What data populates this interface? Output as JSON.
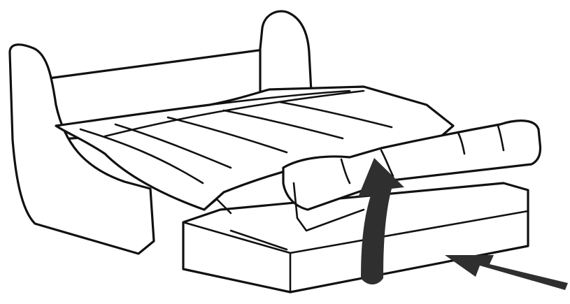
{
  "diagram": {
    "subject": "sofa-bed-unfolding",
    "colors": {
      "line": "#111111",
      "fill": "#ffffff",
      "arrow": "#2f2f2f"
    },
    "arrows": [
      {
        "name": "lift-arrow",
        "direction": "up-curved"
      },
      {
        "name": "push-arrow",
        "direction": "left"
      }
    ]
  }
}
